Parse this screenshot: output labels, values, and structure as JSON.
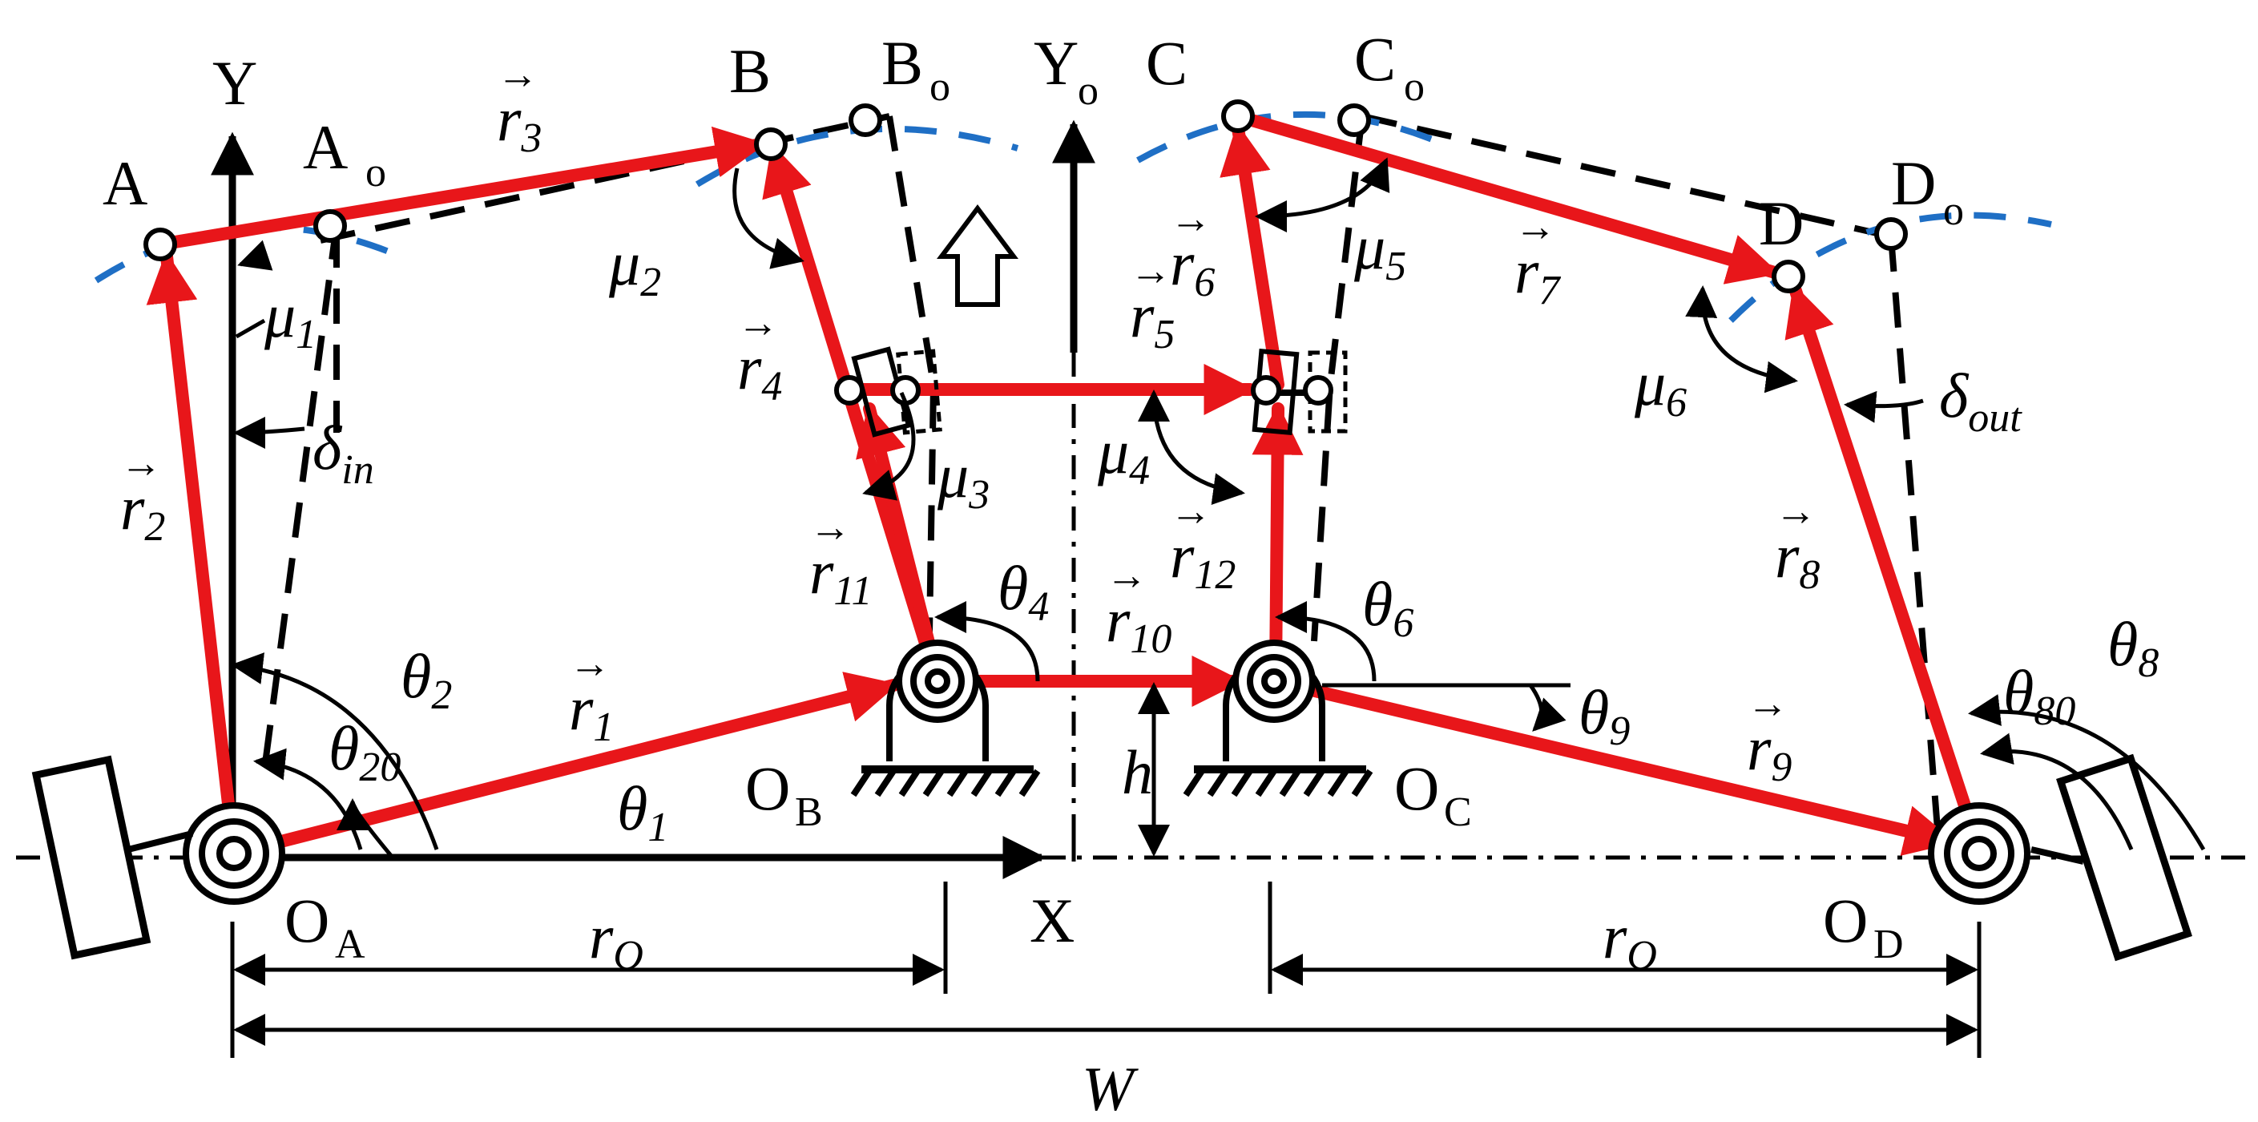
{
  "colors": {
    "link": "#e8161a",
    "path": "#1f6fc5",
    "line": "#000000"
  },
  "labels": {
    "A": "A",
    "Ao": "A",
    "B": "B",
    "Bo": "B",
    "C": "C",
    "Co": "C",
    "D": "D",
    "Do": "D",
    "Y": "Y",
    "Yo": "Y",
    "X": "X",
    "OA": "O",
    "OA_sub": "A",
    "OB": "O",
    "OB_sub": "B",
    "OC": "O",
    "OC_sub": "C",
    "OD": "O",
    "OD_sub": "D",
    "o_sub": "o",
    "r1": "r",
    "r1_sub": "1",
    "r2": "r",
    "r2_sub": "2",
    "r3": "r",
    "r3_sub": "3",
    "r4": "r",
    "r4_sub": "4",
    "r5": "r",
    "r5_sub": "5",
    "r6": "r",
    "r6_sub": "6",
    "r7": "r",
    "r7_sub": "7",
    "r8": "r",
    "r8_sub": "8",
    "r9": "r",
    "r9_sub": "9",
    "r10": "r",
    "r10_sub": "10",
    "r11": "r",
    "r11_sub": "11",
    "r12": "r",
    "r12_sub": "12",
    "mu1": "μ",
    "mu1_sub": "1",
    "mu2": "μ",
    "mu2_sub": "2",
    "mu3": "μ",
    "mu3_sub": "3",
    "mu4": "μ",
    "mu4_sub": "4",
    "mu5": "μ",
    "mu5_sub": "5",
    "mu6": "μ",
    "mu6_sub": "6",
    "theta1": "θ",
    "theta1_sub": "1",
    "theta2": "θ",
    "theta2_sub": "2",
    "theta20": "θ",
    "theta20_sub": "20",
    "theta4": "θ",
    "theta4_sub": "4",
    "theta6": "θ",
    "theta6_sub": "6",
    "theta8": "θ",
    "theta8_sub": "8",
    "theta80": "θ",
    "theta80_sub": "80",
    "theta9": "θ",
    "theta9_sub": "9",
    "delta_in": "δ",
    "delta_in_sub": "in",
    "delta_out": "δ",
    "delta_out_sub": "out",
    "ro_left": "r",
    "ro_left_sub": "O",
    "ro_right": "r",
    "ro_right_sub": "O",
    "h": "h",
    "W": "W",
    "vec_arrow": "→"
  }
}
